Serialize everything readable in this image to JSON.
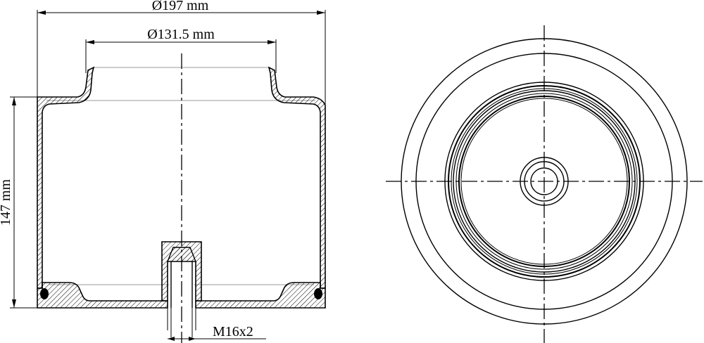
{
  "drawing": {
    "dim_diameter_outer": "Ø197 mm",
    "dim_diameter_top": "Ø131.5 mm",
    "dim_height": "147 mm",
    "dim_thread": "M16x2"
  },
  "colors": {
    "line": "#000000",
    "background": "#ffffff",
    "hidden_line": "#9a9a9a"
  }
}
